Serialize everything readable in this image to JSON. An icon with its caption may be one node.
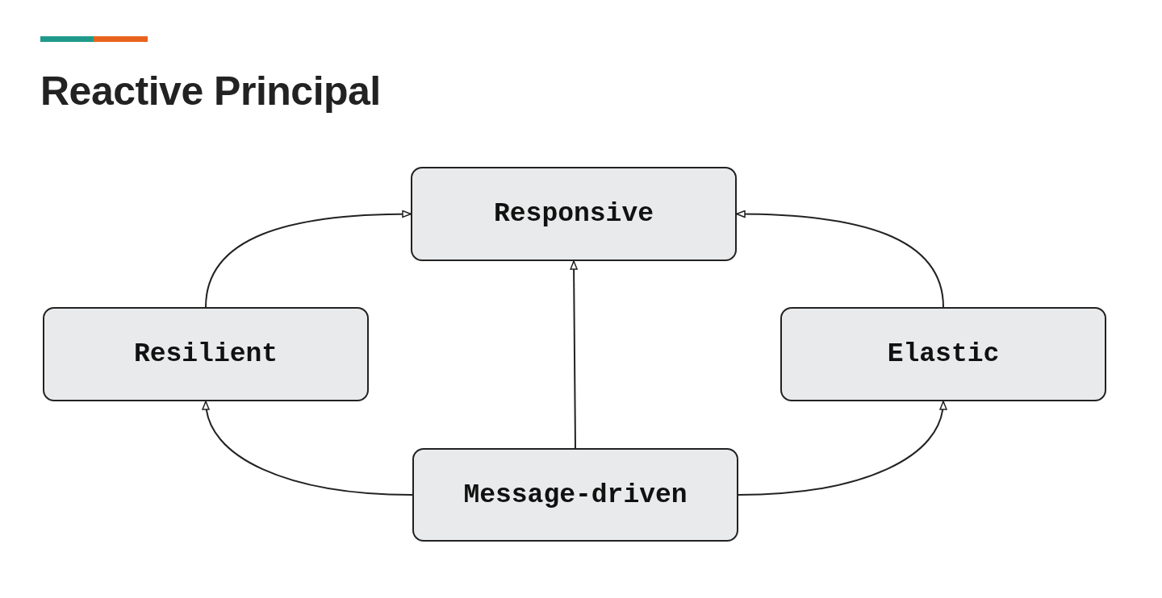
{
  "diagram": {
    "title": "Reactive Principal",
    "nodes": [
      {
        "text": [
          "Responsive"
        ]
      },
      {
        "text": [
          "Resilient"
        ]
      },
      {
        "text": [
          "Elastic"
        ]
      },
      {
        "text": [
          "Message-driven"
        ]
      }
    ],
    "edges": [
      {
        "from": 1,
        "to": 0,
        "arrow": "to"
      },
      {
        "from": 2,
        "to": 0,
        "arrow": "to"
      },
      {
        "from": 3,
        "to": 0,
        "arrow": "to"
      },
      {
        "from": 3,
        "to": 1,
        "arrow": "to"
      },
      {
        "from": 3,
        "to": 2,
        "arrow": "to"
      }
    ]
  }
}
